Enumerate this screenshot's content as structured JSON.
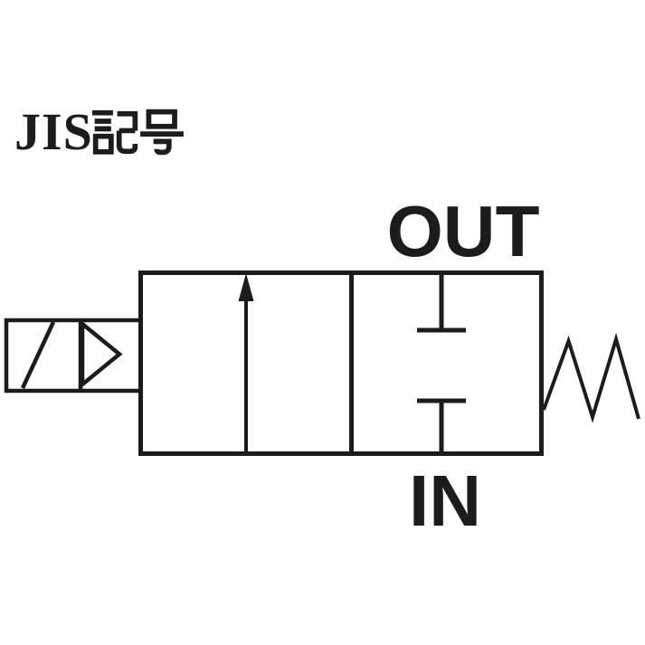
{
  "title": {
    "latin": "JIS",
    "kanji": "記号",
    "full": "JIS記号"
  },
  "diagram": {
    "description": "JIS symbol of a 2-port normally-closed solenoid valve",
    "ports": {
      "out_label": "OUT",
      "in_label": "IN"
    },
    "colors": {
      "line": "#1c1c1c",
      "background": "#ffffff"
    },
    "icons": [
      "solenoid-actuator-icon",
      "pilot-triangle-icon",
      "flow-arrow-icon",
      "blocked-port-icon",
      "return-spring-icon"
    ]
  }
}
